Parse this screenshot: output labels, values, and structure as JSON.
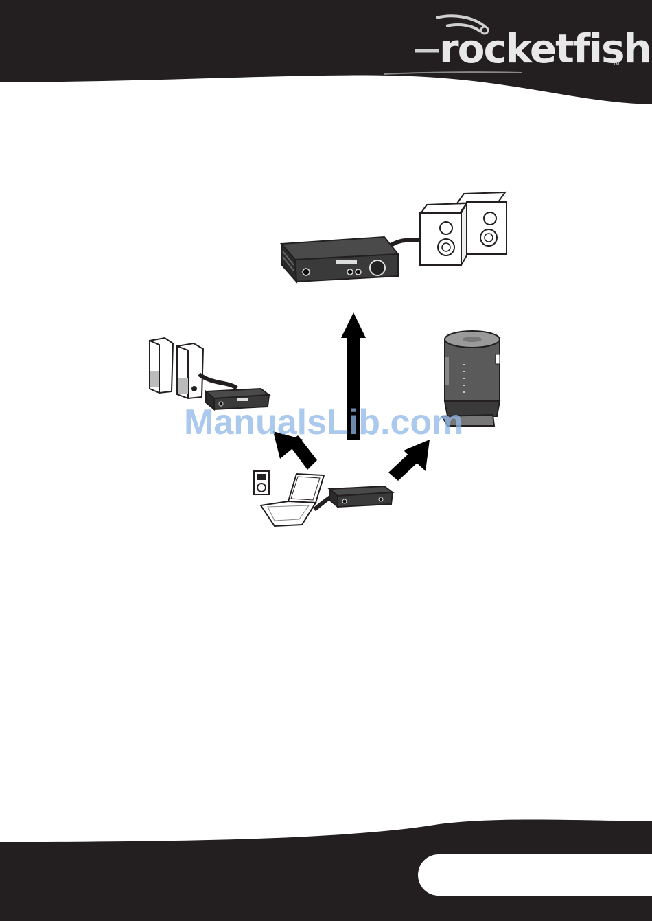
{
  "header": {
    "logo_text": "rocketfish",
    "logo_tm": "™"
  },
  "diagram": {
    "devices": [
      {
        "name": "receiver-with-bookshelf-speakers"
      },
      {
        "name": "receiver-with-computer-speakers"
      },
      {
        "name": "wireless-speaker"
      },
      {
        "name": "transmitter-with-laptop-and-mp3-player"
      }
    ]
  },
  "watermark": "ManualsLib.com",
  "footer": {
    "page_label": ""
  }
}
